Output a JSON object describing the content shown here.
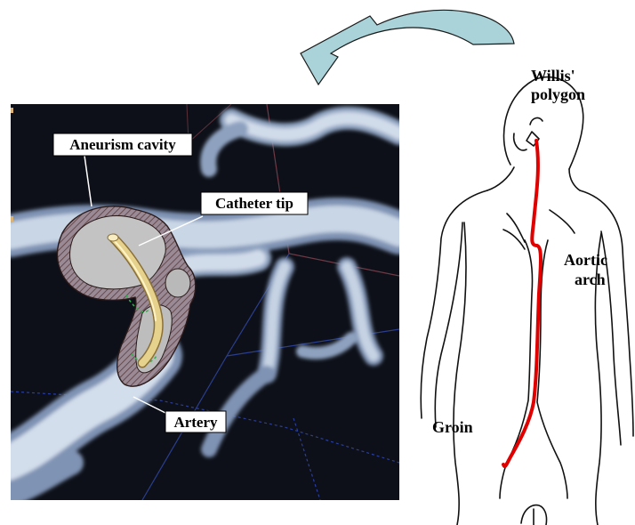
{
  "panel": {
    "labels": {
      "aneurism": "Aneurism cavity",
      "catheter": "Catheter tip",
      "artery": "Artery"
    }
  },
  "body": {
    "labels": {
      "willis_line1": "Willis'",
      "willis_line2": "polygon",
      "aortic_line1": "Aortic",
      "aortic_line2": "arch",
      "groin": "Groin"
    }
  },
  "colors": {
    "render_bg": "#0d1018",
    "vessel": "#c9d6e6",
    "cavity": "#c3c3c3",
    "catheter": "#e6d28c",
    "catheter_path": "#e00000",
    "arrow_fill": "#a9d3d8"
  }
}
